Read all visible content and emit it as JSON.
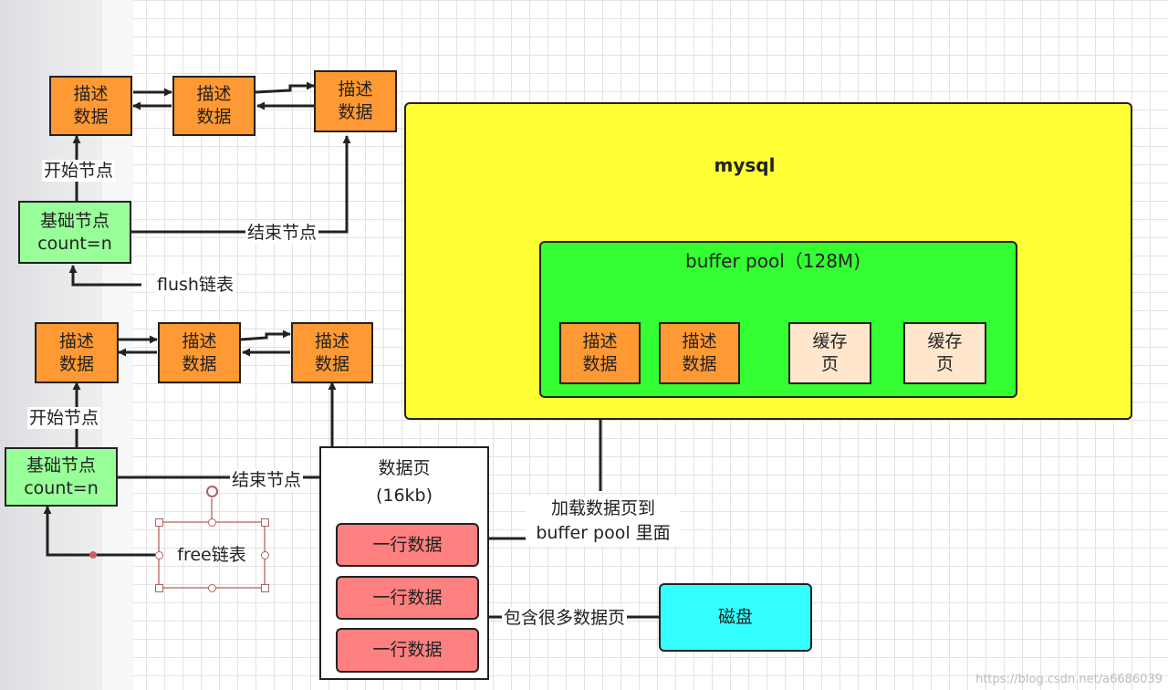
{
  "mysql": {
    "title": "mysql"
  },
  "buffer_pool": {
    "title": "buffer pool（128M)",
    "desc_blocks": [
      "描述\n数据",
      "描述\n数据"
    ],
    "cache_pages": [
      "缓存\n页",
      "缓存\n页"
    ]
  },
  "flush_list": {
    "desc_blocks": [
      "描述\n数据",
      "描述\n数据",
      "描述\n数据"
    ],
    "start_label": "开始节点",
    "base_node": "基础节点\ncount=n",
    "end_label": "结束节点",
    "list_label": "flush链表"
  },
  "free_list": {
    "desc_blocks": [
      "描述\n数据",
      "描述\n数据",
      "描述\n数据"
    ],
    "start_label": "开始节点",
    "base_node": "基础节点\ncount=n",
    "end_label": "结束节点",
    "list_label": "free链表"
  },
  "data_page": {
    "title": "数据页\n(16kb)",
    "rows": [
      "一行数据",
      "一行数据",
      "一行数据"
    ]
  },
  "load_label": "加载数据页到\nbuffer pool 里面",
  "contains_label": "包含很多数据页",
  "disk": {
    "label": "磁盘"
  },
  "watermark": "https://blog.csdn.net/a6686039",
  "colors": {
    "mysql_bg": "#ffff33",
    "buffer_pool_bg": "#33ff33",
    "desc_block": "#ff9933",
    "base_node": "#99ff99",
    "cache_page": "#ffe6cc",
    "row": "#ff8080",
    "disk": "#33ffff"
  }
}
